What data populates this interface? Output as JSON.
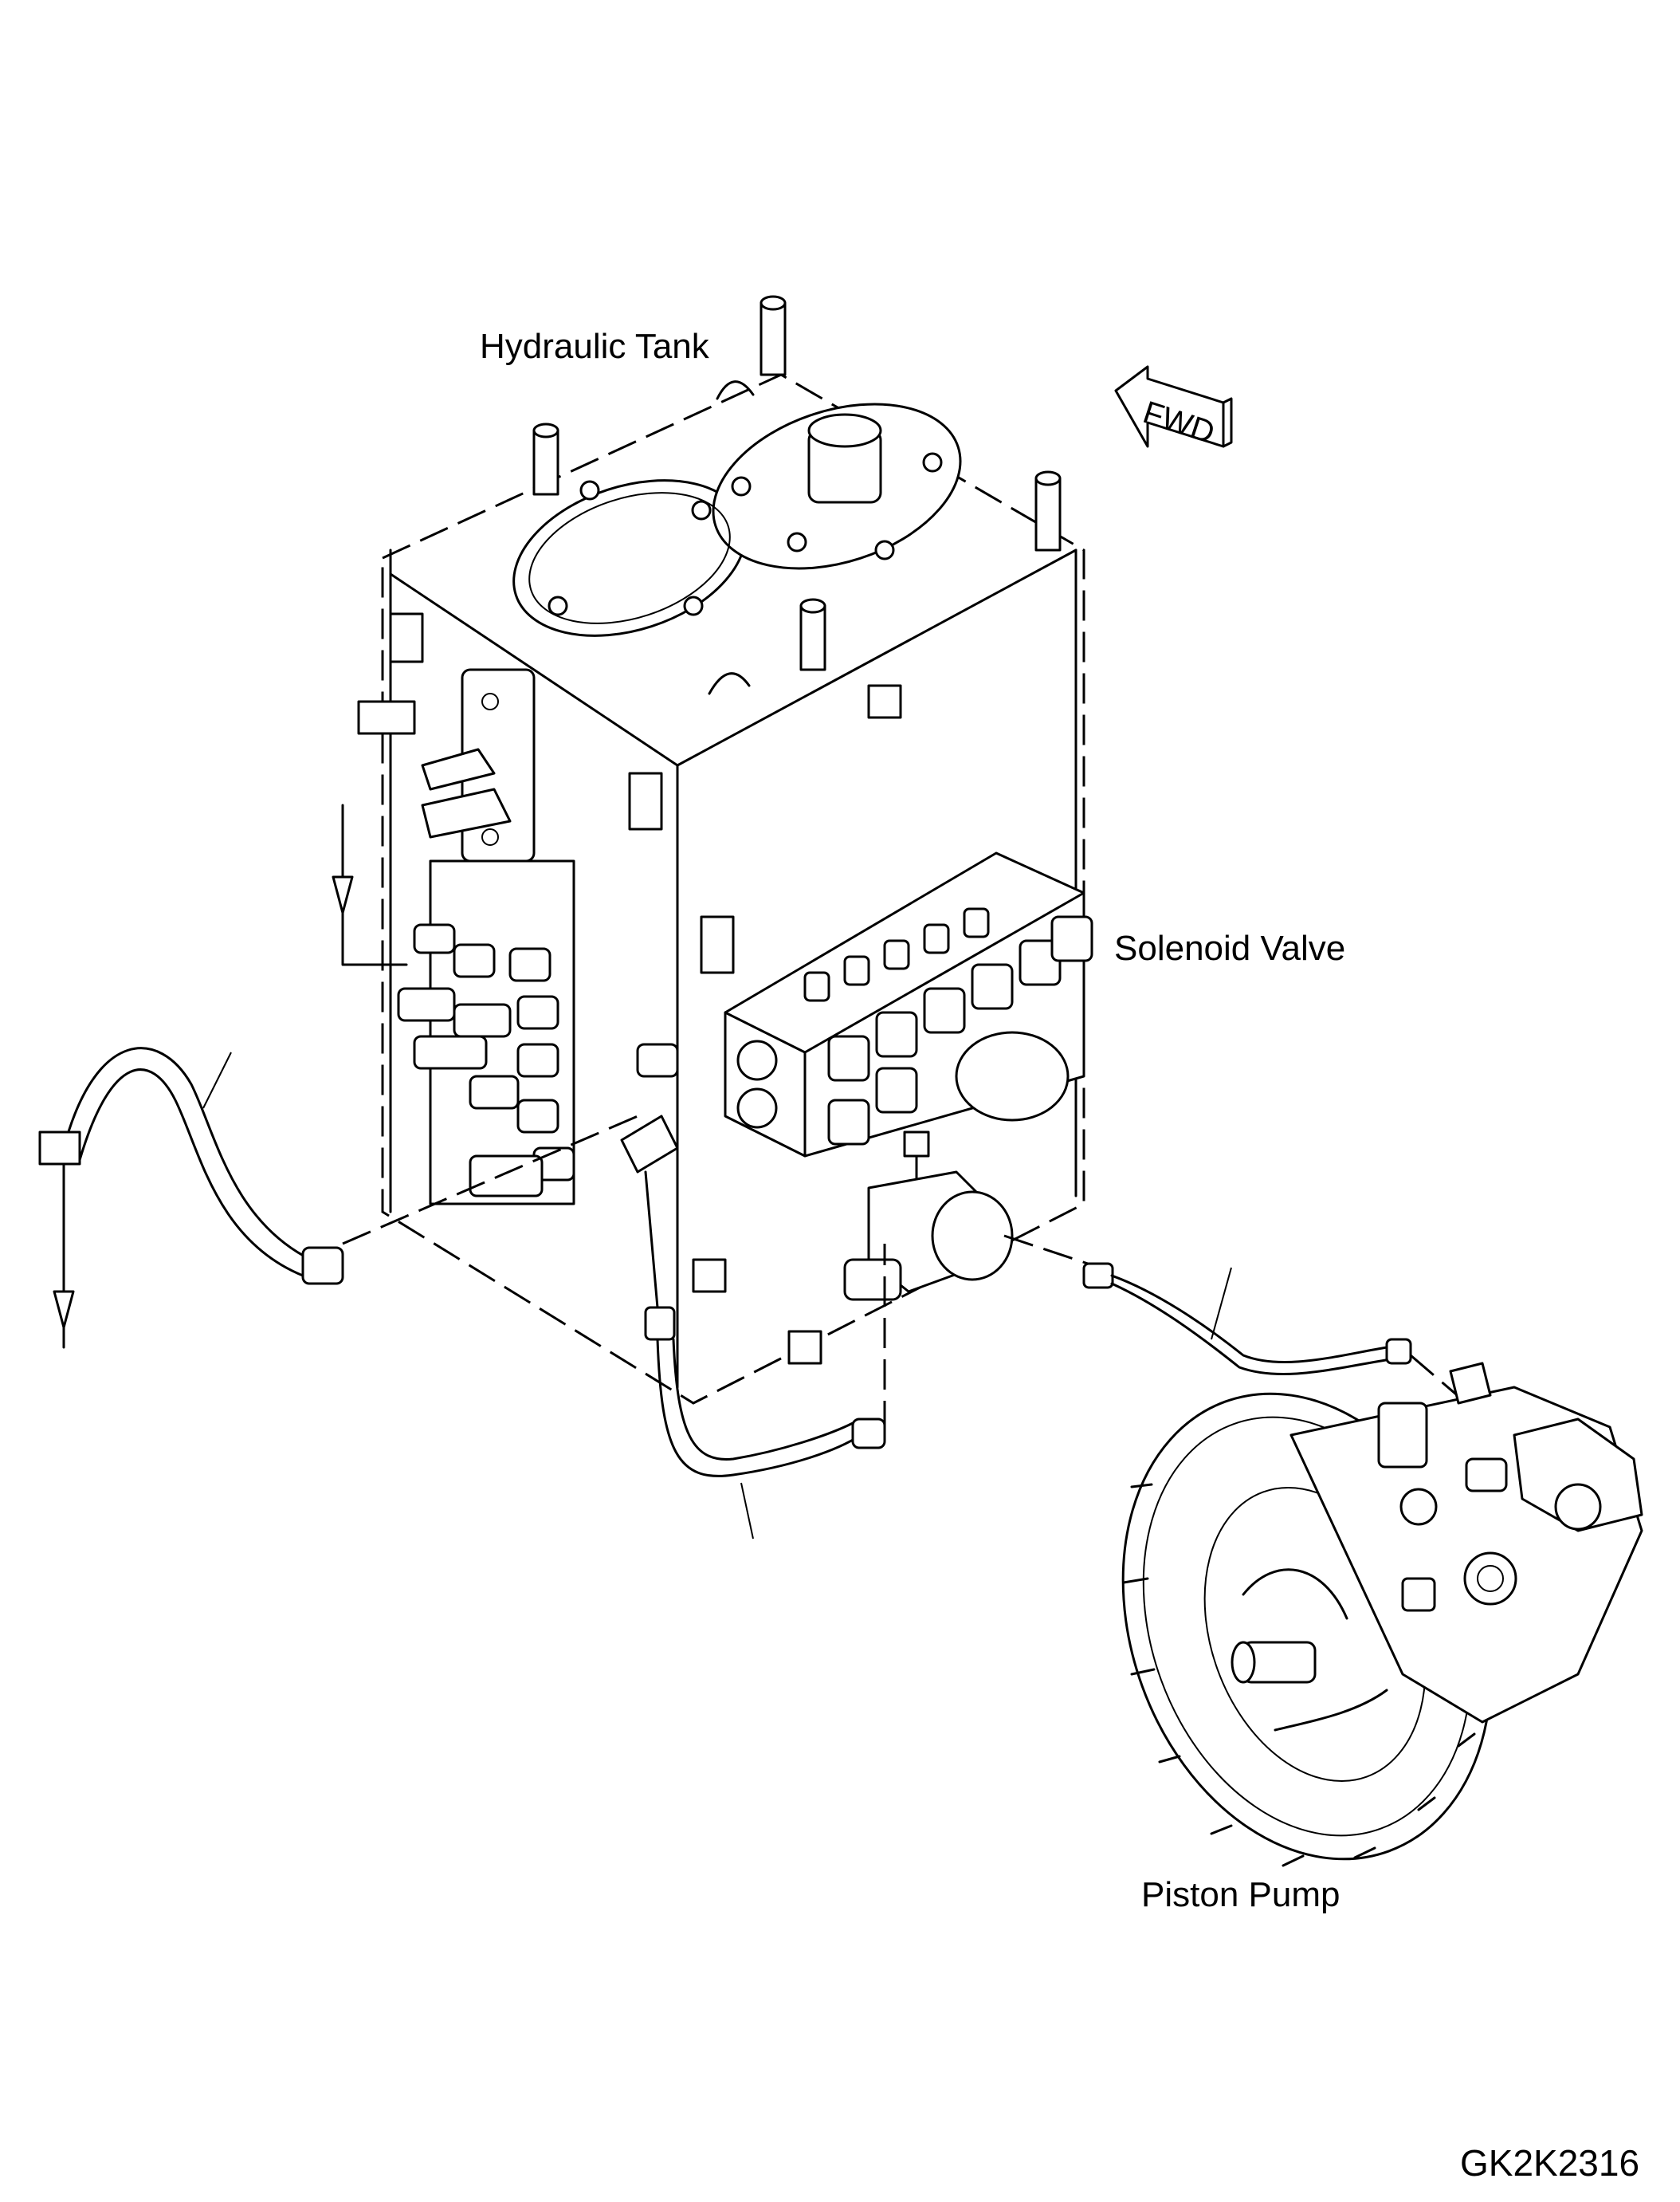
{
  "labels": {
    "hydraulic_tank": "Hydraulic Tank",
    "solenoid_valve": "Solenoid Valve",
    "piston_pump": "Piston Pump",
    "fwd": "FWD",
    "figure_code": "GK2K2316"
  },
  "colors": {
    "line": "#000000",
    "background": "#ffffff"
  }
}
